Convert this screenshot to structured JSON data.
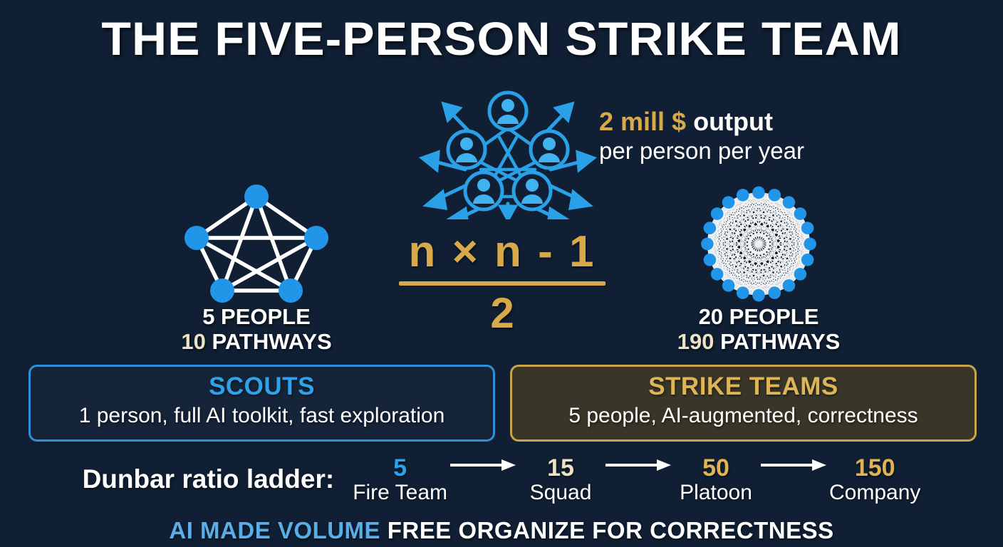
{
  "title": "THE FIVE-PERSON STRIKE TEAM",
  "colors": {
    "background": "#101f33",
    "node_blue": "#2196e8",
    "accent_gold": "#d8a94a",
    "accent_blue": "#2fa2e8",
    "edge_white": "#ffffff",
    "scouts_box_fill": "#16243a",
    "scouts_box_border": "#2f8fd8",
    "strike_box_fill": "#393629",
    "strike_box_border": "#c9a348"
  },
  "hub": {
    "icon": "five-person-network-icon",
    "node_count": 5,
    "outward_arrows": 8
  },
  "output": {
    "amount": "2 mill $",
    "amount_suffix": "output",
    "subtitle": "per person per year"
  },
  "graph_left": {
    "icon": "complete-graph-5-nodes-icon",
    "nodes": 5,
    "edges": 10,
    "people_label": "5 PEOPLE",
    "pathways_number": "10",
    "pathways_word": "PATHWAYS"
  },
  "graph_right": {
    "icon": "complete-graph-20-nodes-icon",
    "nodes": 20,
    "edges": 190,
    "people_label": "20 PEOPLE",
    "pathways_number": "190",
    "pathways_word": "PATHWAYS"
  },
  "formula": {
    "numerator": "n × n - 1",
    "denominator": "2"
  },
  "callouts": [
    {
      "key": "scouts",
      "title": "SCOUTS",
      "subtitle": "1 person, full AI toolkit, fast exploration"
    },
    {
      "key": "strike",
      "title": "STRIKE TEAMS",
      "subtitle": "5 people, AI-augmented, correctness"
    }
  ],
  "ladder": {
    "label": "Dunbar ratio ladder:",
    "steps": [
      {
        "number": "5",
        "name": "Fire Team"
      },
      {
        "number": "15",
        "name": "Squad"
      },
      {
        "number": "50",
        "name": "Platoon"
      },
      {
        "number": "150",
        "name": "Company"
      }
    ]
  },
  "tagline": {
    "highlight": "AI MADE VOLUME",
    "rest": "FREE ORGANIZE FOR CORRECTNESS"
  }
}
